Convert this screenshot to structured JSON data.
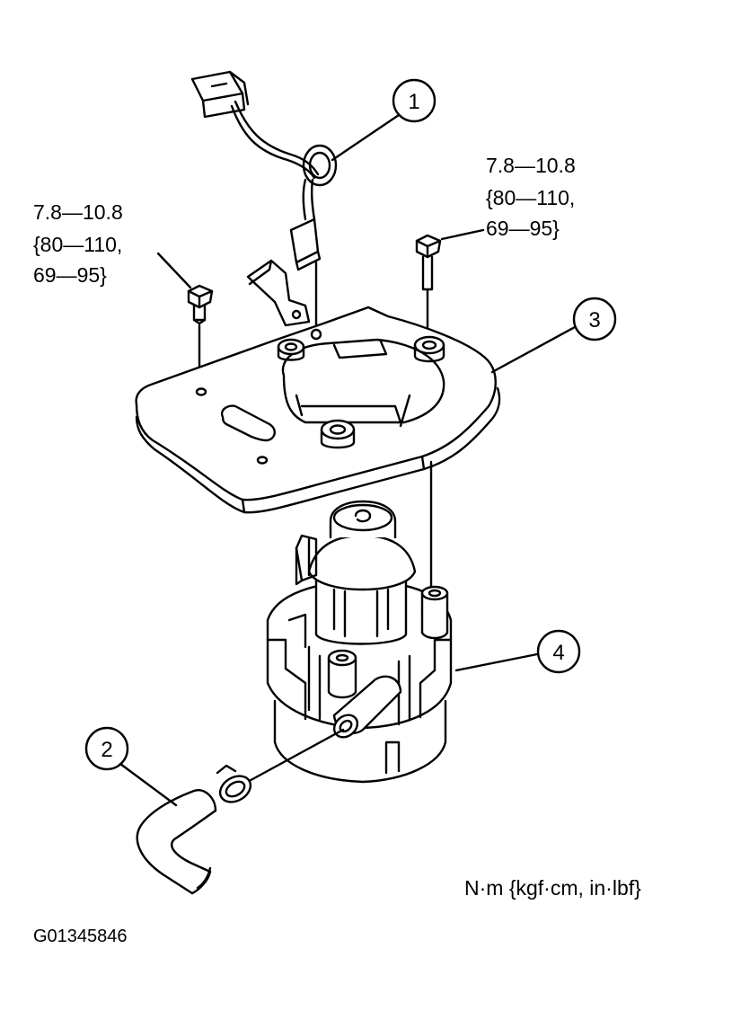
{
  "callouts": [
    "1",
    "2",
    "3",
    "4"
  ],
  "torque_left": {
    "line1": "7.8—10.8",
    "line2": "{80—110,",
    "line3": "69—95}"
  },
  "torque_right": {
    "line1": "7.8—10.8",
    "line2": "{80—110,",
    "line3": "69—95}"
  },
  "units": "N·m {kgf·cm, in·lbf}",
  "figure_id": "G01345846"
}
